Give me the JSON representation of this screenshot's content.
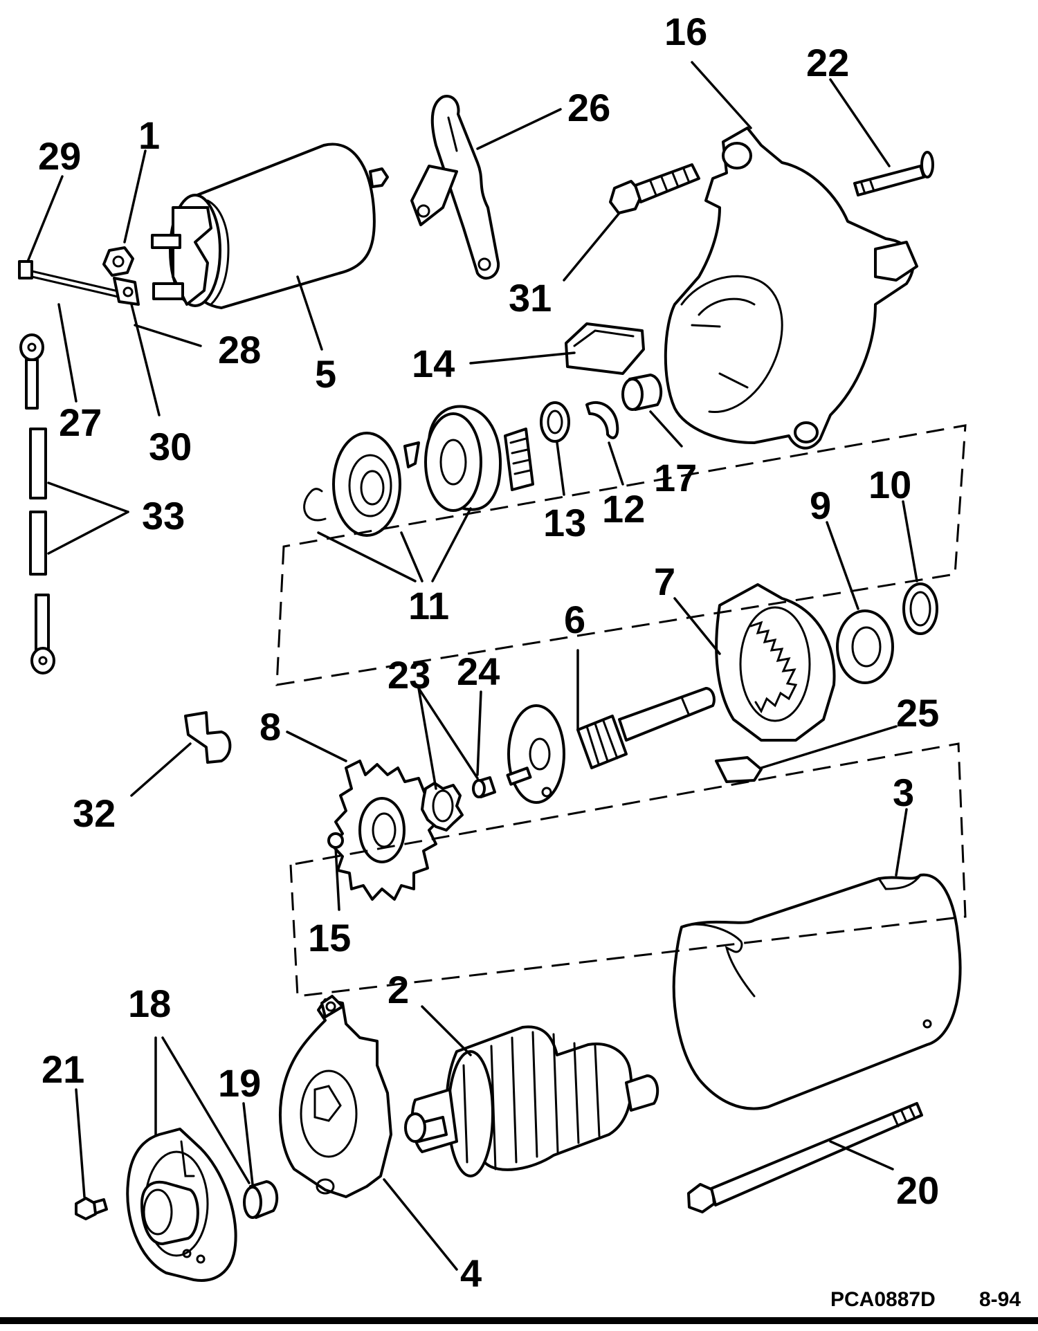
{
  "callouts": [
    {
      "id": "1",
      "label": "1"
    },
    {
      "id": "2",
      "label": "2"
    },
    {
      "id": "3",
      "label": "3"
    },
    {
      "id": "4",
      "label": "4"
    },
    {
      "id": "5",
      "label": "5"
    },
    {
      "id": "6",
      "label": "6"
    },
    {
      "id": "7",
      "label": "7"
    },
    {
      "id": "8",
      "label": "8"
    },
    {
      "id": "9",
      "label": "9"
    },
    {
      "id": "10",
      "label": "10"
    },
    {
      "id": "11",
      "label": "11"
    },
    {
      "id": "12",
      "label": "12"
    },
    {
      "id": "13",
      "label": "13"
    },
    {
      "id": "14",
      "label": "14"
    },
    {
      "id": "15",
      "label": "15"
    },
    {
      "id": "16",
      "label": "16"
    },
    {
      "id": "17",
      "label": "17"
    },
    {
      "id": "18",
      "label": "18"
    },
    {
      "id": "19",
      "label": "19"
    },
    {
      "id": "20",
      "label": "20"
    },
    {
      "id": "21",
      "label": "21"
    },
    {
      "id": "22",
      "label": "22"
    },
    {
      "id": "23",
      "label": "23"
    },
    {
      "id": "24",
      "label": "24"
    },
    {
      "id": "25",
      "label": "25"
    },
    {
      "id": "26",
      "label": "26"
    },
    {
      "id": "27",
      "label": "27"
    },
    {
      "id": "28",
      "label": "28"
    },
    {
      "id": "29",
      "label": "29"
    },
    {
      "id": "30",
      "label": "30"
    },
    {
      "id": "31",
      "label": "31"
    },
    {
      "id": "32",
      "label": "32"
    },
    {
      "id": "33",
      "label": "33"
    }
  ],
  "footer": {
    "drawing_code": "PCA0887D",
    "date": "8-94"
  },
  "colors": {
    "ink": "#000000",
    "paper": "#ffffff"
  }
}
